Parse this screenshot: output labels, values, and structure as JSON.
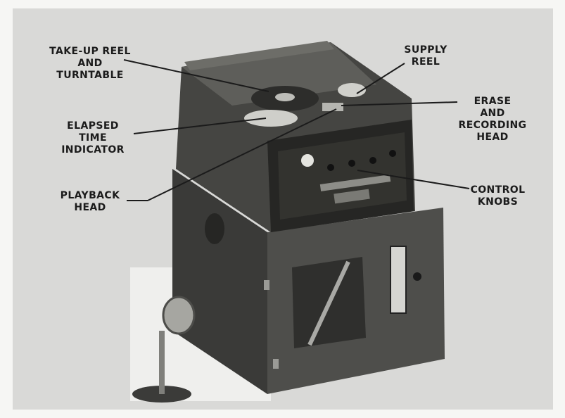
{
  "callouts": {
    "takeup": "TAKE-UP REEL\nAND\nTURNTABLE",
    "elapsed": "ELAPSED\nTIME\nINDICATOR",
    "playback": "PLAYBACK\nHEAD",
    "supply": "SUPPLY\nREEL",
    "erase": "ERASE\nAND\nRECORDING\nHEAD",
    "control": "CONTROL\nKNOBS"
  }
}
